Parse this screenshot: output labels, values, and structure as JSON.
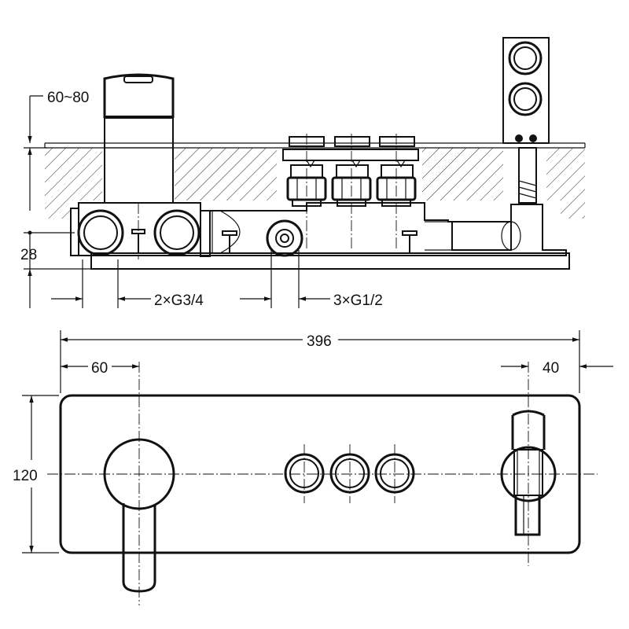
{
  "dimensions": {
    "wall_depth": "60~80",
    "outlet_height": "28",
    "inlet_thread": "2×G3/4",
    "outlet_thread": "3×G1/2",
    "total_width": "396",
    "left_offset": "60",
    "right_offset": "40",
    "plate_height": "120"
  }
}
